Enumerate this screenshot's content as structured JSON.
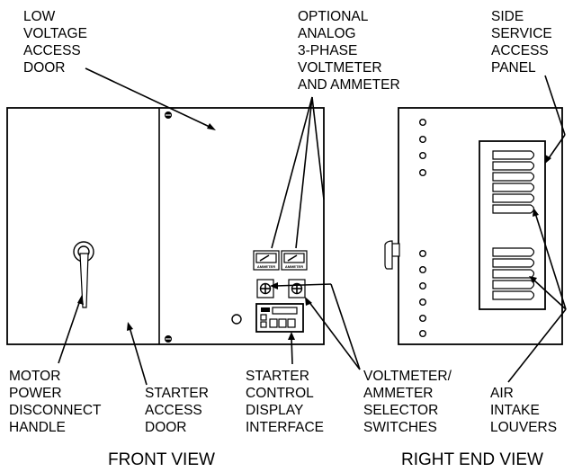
{
  "labels": {
    "low_voltage_access_door": [
      "LOW",
      "VOLTAGE",
      "ACCESS",
      "DOOR"
    ],
    "optional_meters": [
      "OPTIONAL",
      "ANALOG",
      "3-PHASE",
      "VOLTMETER",
      "AND AMMETER"
    ],
    "side_service_access_panel": [
      "SIDE",
      "SERVICE",
      "ACCESS",
      "PANEL"
    ],
    "motor_power_disconnect_handle": [
      "MOTOR",
      "POWER",
      "DISCONNECT",
      "HANDLE"
    ],
    "starter_access_door": [
      "STARTER",
      "ACCESS",
      "DOOR"
    ],
    "starter_control_display_interface": [
      "STARTER",
      "CONTROL",
      "DISPLAY",
      "INTERFACE"
    ],
    "voltmeter_ammeter_selector_switches": [
      "VOLTMETER/",
      "AMMETER",
      "SELECTOR",
      "SWITCHES"
    ],
    "air_intake_louvers": [
      "AIR",
      "INTAKE",
      "LOUVERS"
    ]
  },
  "meter_face_label": "AMMETER",
  "view_titles": {
    "front": "FRONT VIEW",
    "right_end": "RIGHT END VIEW"
  }
}
